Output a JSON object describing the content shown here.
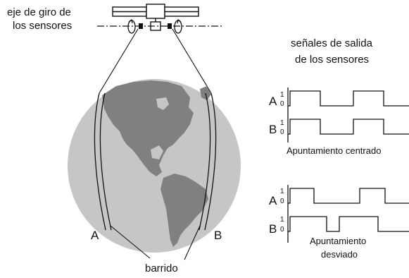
{
  "labels": {
    "spin_axis_line1": "eje de giro de",
    "spin_axis_line2": "los sensores",
    "outputs_line1": "señales de salida",
    "outputs_line2": "de los sensores",
    "centered": "Apuntamiento centrado",
    "offset_line1": "Apuntamiento",
    "offset_line2": "desviado",
    "sweep": "barrido",
    "sensor_a": "A",
    "sensor_b": "B",
    "level_high": "1",
    "level_low": "0"
  },
  "colors": {
    "ocean": "#c6c6c6",
    "land": "#808080",
    "ink": "#111111"
  }
}
